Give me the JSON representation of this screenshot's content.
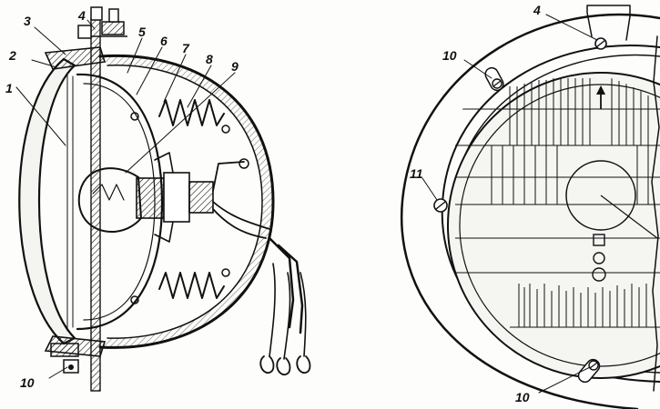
{
  "left_view": {
    "callouts": [
      {
        "id": "1",
        "text": "1"
      },
      {
        "id": "2",
        "text": "2"
      },
      {
        "id": "3",
        "text": "3"
      },
      {
        "id": "4",
        "text": "4"
      },
      {
        "id": "5",
        "text": "5"
      },
      {
        "id": "6",
        "text": "6"
      },
      {
        "id": "7",
        "text": "7"
      },
      {
        "id": "8",
        "text": "8"
      },
      {
        "id": "9",
        "text": "9"
      },
      {
        "id": "10",
        "text": "10"
      }
    ]
  },
  "right_view": {
    "callouts": [
      {
        "id": "4",
        "text": "4"
      },
      {
        "id": "10a",
        "text": "10"
      },
      {
        "id": "11",
        "text": "11"
      },
      {
        "id": "10b",
        "text": "10"
      }
    ]
  },
  "colors": {
    "ink": "#111111",
    "paper": "#fdfdfb",
    "glass": "#f2f2ee"
  }
}
